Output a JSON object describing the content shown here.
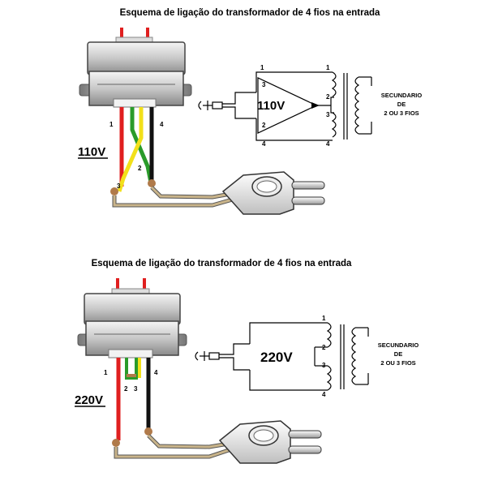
{
  "top": {
    "title": "Esquema de ligação do transformador de 4 fios na entrada",
    "voltage": "110V",
    "schematic_voltage": "110V",
    "wire_labels": {
      "w1": "1",
      "w2": "2",
      "w3": "3",
      "w4": "4"
    },
    "sch_labels": {
      "p1": "1",
      "p2": "2",
      "p3": "3",
      "p4": "4",
      "s1": "1",
      "s2": "2",
      "s3": "3",
      "s4": "4"
    },
    "secondary": {
      "line1": "SECUNDARIO",
      "line2": "DE",
      "line3": "2 OU 3 FIOS"
    }
  },
  "bottom": {
    "title": "Esquema de ligação do transformador de 4 fios na entrada",
    "voltage": "220V",
    "schematic_voltage": "220V",
    "wire_labels": {
      "w1": "1",
      "w2": "2",
      "w3": "3",
      "w4": "4"
    },
    "sch_labels": {
      "s1": "1",
      "s2": "2",
      "s3": "3",
      "s4": "4"
    },
    "secondary": {
      "line1": "SECUNDARIO",
      "line2": "DE",
      "line3": "2 OU 3 FIOS"
    }
  },
  "colors": {
    "wire_red": "#e01f1f",
    "wire_yellow": "#f2e01a",
    "wire_green": "#2a9b2a",
    "wire_black": "#111111",
    "solder": "#b07a4a",
    "cord": "#c9b48a"
  }
}
